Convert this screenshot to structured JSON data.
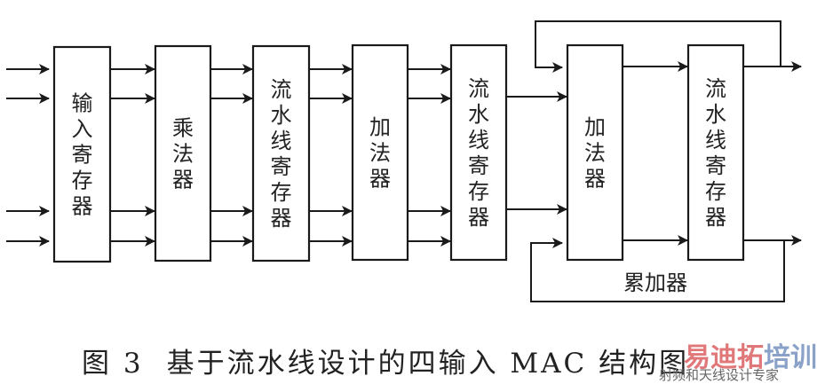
{
  "diagram": {
    "blocks": [
      {
        "id": "input-register",
        "label": "输入寄存器"
      },
      {
        "id": "multiplier",
        "label": "乘法器"
      },
      {
        "id": "pipeline-register-1",
        "label": "流水线寄存器"
      },
      {
        "id": "adder-1",
        "label": "加法器"
      },
      {
        "id": "pipeline-register-2",
        "label": "流水线寄存器"
      },
      {
        "id": "adder-2",
        "label": "加法器"
      },
      {
        "id": "pipeline-register-3",
        "label": "流水线寄存器"
      }
    ],
    "accumulator_label": "累加器",
    "inputs_count": 4
  },
  "caption": {
    "figure_number": "图 3",
    "title": "基于流水线设计的四输入 MAC 结构图"
  },
  "watermark": {
    "brand_part1": "易迪拓",
    "brand_part2": "培训",
    "slogan": "射频和天线设计专家"
  }
}
